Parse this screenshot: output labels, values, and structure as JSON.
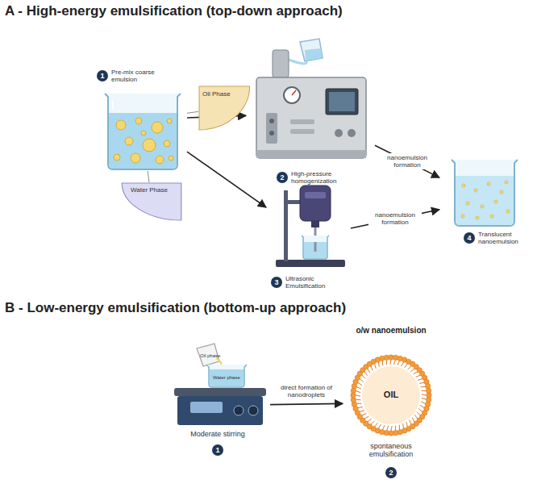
{
  "diagram": {
    "nodes": [
      {
        "text": [
          "Oil Phase"
        ]
      },
      {
        "text": [
          "Water Phase"
        ]
      },
      {
        "text": [
          "1",
          "Pre-mix coarse emulsion"
        ]
      },
      {
        "text": [
          "2",
          "High-pressure homogenization"
        ]
      },
      {
        "text": [
          "3",
          "Ultrasonic Emulsification"
        ]
      },
      {
        "text": [
          "4",
          "Translucent nanoemulsion"
        ]
      },
      {
        "text": [
          "Moderate stirring",
          "1"
        ]
      },
      {
        "text": [
          "o/w nanoemulsion",
          "spontaneous emulsification",
          "2"
        ]
      },
      {
        "text": [
          "OIL"
        ],
        "in": 7
      }
    ],
    "edges": [
      {
        "from": 0,
        "to": 2,
        "arrow": "none"
      },
      {
        "from": 1,
        "to": 2,
        "arrow": "none"
      },
      {
        "from": 2,
        "to": 3,
        "arrow": "to"
      },
      {
        "from": 2,
        "to": 4,
        "arrow": "to"
      },
      {
        "from": 3,
        "to": 5,
        "label": "nanoemulsion formation",
        "arrow": "to"
      },
      {
        "from": 4,
        "to": 5,
        "label": "nanoemulsion formation",
        "arrow": "to"
      },
      {
        "from": 6,
        "to": 7,
        "label": "direct formation of nanodroplets",
        "arrow": "to"
      }
    ],
    "labels": [
      "A - High-energy emulsification (top-down approach)",
      "B - Low-energy emulsification (bottom-up approach)",
      "Oil phase",
      "Water phase"
    ]
  }
}
